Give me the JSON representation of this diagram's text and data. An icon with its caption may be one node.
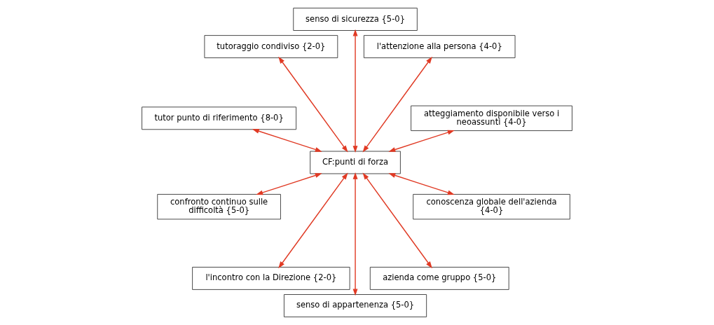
{
  "diagram": {
    "nodes": [
      {
        "text": [
          "atteggiamento disponibile verso i neoassunti {4-0}"
        ]
      },
      {
        "text": [
          "l'attenzione alla persona {4-0}"
        ]
      },
      {
        "text": [
          "conoscenza globale dell'azienda {4-0}"
        ]
      },
      {
        "text": [
          "senso di sicurezza {5-0}"
        ]
      },
      {
        "text": [
          "CF:punti di forza"
        ]
      },
      {
        "text": [
          "tutoraggio condiviso {2-0}"
        ]
      },
      {
        "text": [
          "azienda come gruppo {5-0}"
        ]
      },
      {
        "text": [
          "tutor punto di riferimento {8-0}"
        ]
      },
      {
        "text": [
          "senso di appartenenza {5-0}"
        ]
      },
      {
        "text": [
          "confronto continuo sulle difficoltà {5-0}"
        ]
      },
      {
        "text": [
          "l'incontro con la Direzione {2-0}"
        ]
      }
    ],
    "edges": [
      {
        "from": 4,
        "to": 0,
        "arrow": "both",
        "color": "#e03a24"
      },
      {
        "from": 4,
        "to": 1,
        "arrow": "both",
        "color": "#e03a24"
      },
      {
        "from": 4,
        "to": 3,
        "arrow": "both",
        "color": "#e03a24"
      },
      {
        "from": 4,
        "to": 5,
        "arrow": "both",
        "color": "#e03a24"
      },
      {
        "from": 4,
        "to": 7,
        "arrow": "both",
        "color": "#e03a24"
      },
      {
        "from": 4,
        "to": 9,
        "arrow": "both",
        "color": "#e03a24"
      },
      {
        "from": 4,
        "to": 10,
        "arrow": "both",
        "color": "#e03a24"
      },
      {
        "from": 4,
        "to": 8,
        "arrow": "both",
        "color": "#e03a24"
      },
      {
        "from": 4,
        "to": 6,
        "arrow": "both",
        "color": "#e03a24"
      },
      {
        "from": 4,
        "to": 2,
        "arrow": "both",
        "color": "#e03a24"
      }
    ]
  }
}
